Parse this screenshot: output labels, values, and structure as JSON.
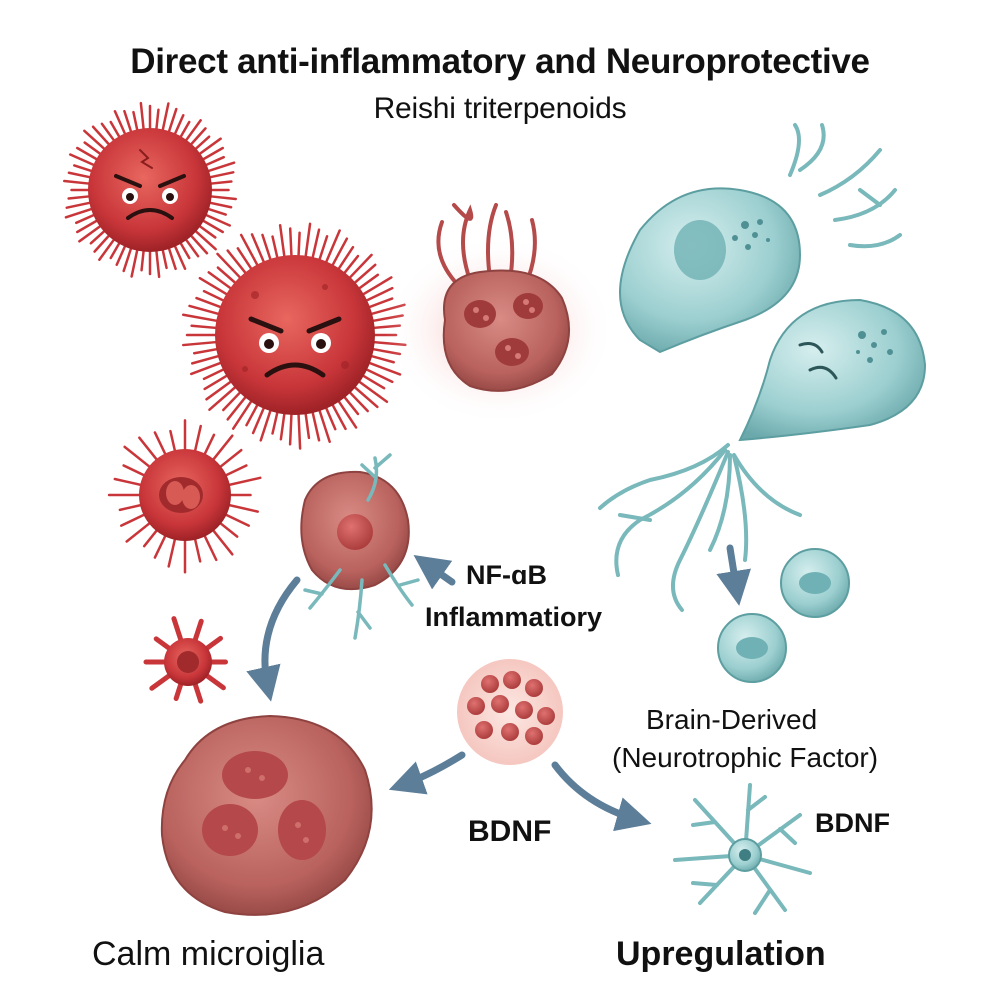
{
  "title": "Direct anti-inflammatory and Neuroprotective",
  "subtitle": "Reishi triterpenoids",
  "labels": {
    "nfkb": "NF-ɑB",
    "inflammatory": "Inflammatiory",
    "brain_derived": "Brain-Derived",
    "neurotrophic": "(Neurotrophic Factor)",
    "bdnf_center": "BDNF",
    "bdnf_right": "BDNF",
    "calm": "Calm microiglia",
    "upregulation": "Upregulation"
  },
  "colors": {
    "inflamed_red": "#c9363a",
    "microglia_brown": "#b9625e",
    "neuron_teal": "#8fc6c8",
    "arrow_blue": "#5d7e98"
  }
}
